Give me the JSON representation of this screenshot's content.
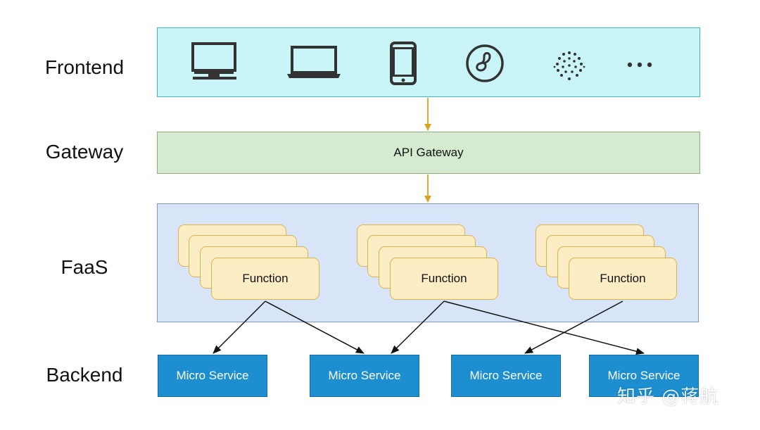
{
  "layers": {
    "frontend": "Frontend",
    "gateway": "Gateway",
    "faas": "FaaS",
    "backend": "Backend"
  },
  "frontend_icons": [
    "desktop-monitor-icon",
    "laptop-icon",
    "smartphone-icon",
    "mini-program-icon",
    "iot-dots-icon",
    "ellipsis-icon"
  ],
  "gateway": {
    "label": "API Gateway"
  },
  "functions": [
    {
      "label": "Function"
    },
    {
      "label": "Function"
    },
    {
      "label": "Function"
    }
  ],
  "services": [
    {
      "label": "Micro Service"
    },
    {
      "label": "Micro Service"
    },
    {
      "label": "Micro Service"
    },
    {
      "label": "Micro Service"
    }
  ],
  "watermark": "知乎 @蒋航",
  "colors": {
    "frontend_fill": "#c9f4f8",
    "gateway_fill": "#d6ead0",
    "faas_fill": "#d8e5f9",
    "function_fill": "#fdedc4",
    "service_fill": "#1d8fd0",
    "arrow_orange": "#d9a21b"
  }
}
